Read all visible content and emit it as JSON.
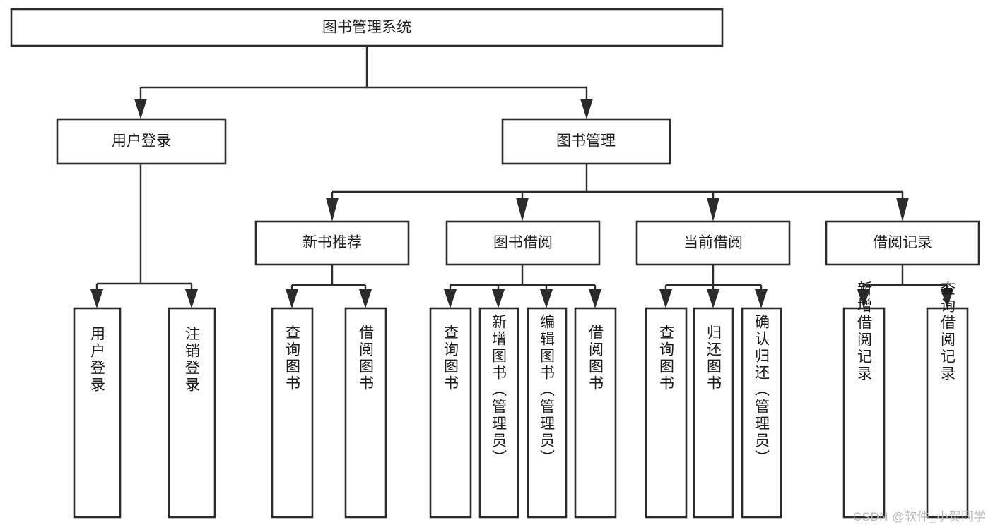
{
  "diagram": {
    "title_node": {
      "label": "图书管理系统"
    },
    "level2": [
      {
        "id": "user-login",
        "label": "用户登录"
      },
      {
        "id": "book-management",
        "label": "图书管理"
      }
    ],
    "level3": [
      {
        "id": "new-book-recommend",
        "label": "新书推荐"
      },
      {
        "id": "book-borrow",
        "label": "图书借阅"
      },
      {
        "id": "current-borrow",
        "label": "当前借阅"
      },
      {
        "id": "borrow-record",
        "label": "借阅记录"
      }
    ],
    "leaves": [
      {
        "id": "leaf-user-login",
        "label": "用户登录",
        "parent": "user-login"
      },
      {
        "id": "leaf-logout-login",
        "label": "注销登录",
        "parent": "user-login"
      },
      {
        "id": "leaf-query-book-1",
        "label": "查询图书",
        "parent": "new-book-recommend"
      },
      {
        "id": "leaf-borrow-book-1",
        "label": "借阅图书",
        "parent": "new-book-recommend"
      },
      {
        "id": "leaf-query-book-2",
        "label": "查询图书",
        "parent": "book-borrow"
      },
      {
        "id": "leaf-add-book",
        "label": "新增图书（管理员）",
        "parent": "book-borrow"
      },
      {
        "id": "leaf-edit-book",
        "label": "编辑图书（管理员）",
        "parent": "book-borrow"
      },
      {
        "id": "leaf-borrow-book-2",
        "label": "借阅图书",
        "parent": "book-borrow"
      },
      {
        "id": "leaf-query-book-3",
        "label": "查询图书",
        "parent": "current-borrow"
      },
      {
        "id": "leaf-return-book",
        "label": "归还图书",
        "parent": "current-borrow"
      },
      {
        "id": "leaf-confirm-return",
        "label": "确认归还（管理员）",
        "parent": "current-borrow"
      },
      {
        "id": "leaf-add-record",
        "label": "新增借阅记录",
        "parent": "borrow-record"
      },
      {
        "id": "leaf-query-record",
        "label": "查询借阅记录",
        "parent": "borrow-record"
      }
    ],
    "colors": {
      "stroke": "#2b2b2b",
      "fill": "#ffffff",
      "text": "#1a1a1a",
      "watermark": "#b9b9b9"
    }
  },
  "watermark": {
    "text": "CSDN @软件_小贺同学"
  }
}
